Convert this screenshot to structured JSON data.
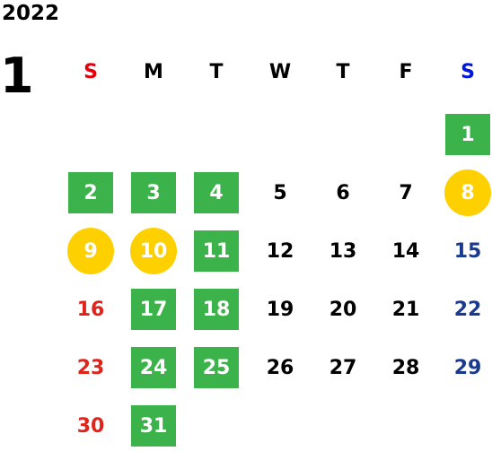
{
  "header": {
    "year": "2022",
    "month": "1"
  },
  "weekdays": [
    {
      "label": "S",
      "color": "#e6000b"
    },
    {
      "label": "M",
      "color": "#000000"
    },
    {
      "label": "T",
      "color": "#000000"
    },
    {
      "label": "W",
      "color": "#000000"
    },
    {
      "label": "T",
      "color": "#000000"
    },
    {
      "label": "F",
      "color": "#000000"
    },
    {
      "label": "S",
      "color": "#0018d9"
    }
  ],
  "colors": {
    "green_highlight": "#3cb34a",
    "yellow_highlight": "#ffd000",
    "sunday": "#e0241b",
    "saturday": "#1a3a8f"
  },
  "weeks": [
    [
      null,
      null,
      null,
      null,
      null,
      null,
      {
        "day": "1",
        "style": "green"
      }
    ],
    [
      {
        "day": "2",
        "style": "green"
      },
      {
        "day": "3",
        "style": "green"
      },
      {
        "day": "4",
        "style": "green"
      },
      {
        "day": "5",
        "style": "normal"
      },
      {
        "day": "6",
        "style": "normal"
      },
      {
        "day": "7",
        "style": "normal"
      },
      {
        "day": "8",
        "style": "yellow"
      }
    ],
    [
      {
        "day": "9",
        "style": "yellow"
      },
      {
        "day": "10",
        "style": "yellow"
      },
      {
        "day": "11",
        "style": "green"
      },
      {
        "day": "12",
        "style": "normal"
      },
      {
        "day": "13",
        "style": "normal"
      },
      {
        "day": "14",
        "style": "normal"
      },
      {
        "day": "15",
        "style": "normal"
      }
    ],
    [
      {
        "day": "16",
        "style": "normal"
      },
      {
        "day": "17",
        "style": "green"
      },
      {
        "day": "18",
        "style": "green"
      },
      {
        "day": "19",
        "style": "normal"
      },
      {
        "day": "20",
        "style": "normal"
      },
      {
        "day": "21",
        "style": "normal"
      },
      {
        "day": "22",
        "style": "normal"
      }
    ],
    [
      {
        "day": "23",
        "style": "normal"
      },
      {
        "day": "24",
        "style": "green"
      },
      {
        "day": "25",
        "style": "green"
      },
      {
        "day": "26",
        "style": "normal"
      },
      {
        "day": "27",
        "style": "normal"
      },
      {
        "day": "28",
        "style": "normal"
      },
      {
        "day": "29",
        "style": "normal"
      }
    ],
    [
      {
        "day": "30",
        "style": "normal"
      },
      {
        "day": "31",
        "style": "green"
      },
      null,
      null,
      null,
      null,
      null
    ]
  ]
}
